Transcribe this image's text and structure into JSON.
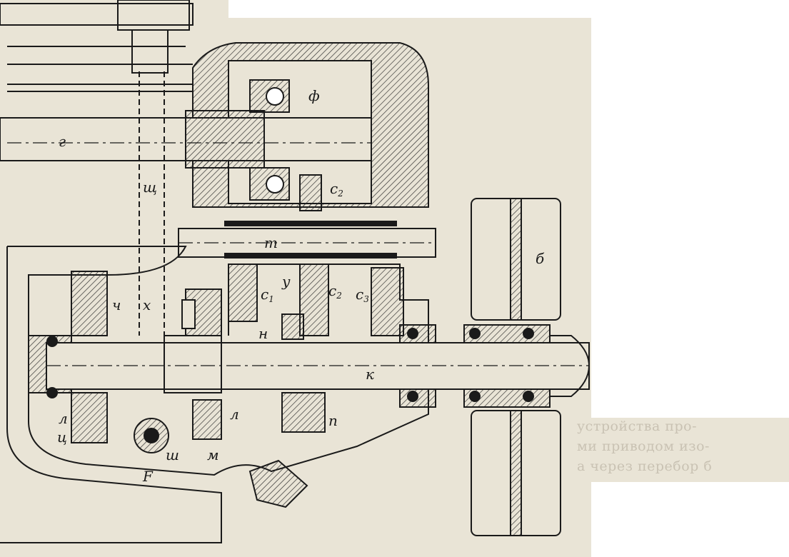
{
  "labels": {
    "g": "г",
    "shch": "щ",
    "f": "ф",
    "c2_top": "с",
    "c2_top_sub": "2",
    "t": "т",
    "b": "б",
    "c1": "с",
    "c1_sub": "1",
    "u": "у",
    "c2_mid": "с",
    "c2_mid_sub": "2",
    "c3": "с",
    "c3_sub": "3",
    "ch": "ч",
    "kh": "х",
    "n": "н",
    "k": "к",
    "l_left": "л",
    "l_right": "л",
    "ts": "ц",
    "sh": "ш",
    "F": "F",
    "m": "м",
    "p": "п"
  },
  "text_fragment": [
    "устройства про-",
    "ми приводом изо-",
    "а через перебор б"
  ],
  "colors": {
    "paper": "#e9e4d6",
    "ink": "#1a1a1a",
    "hatch": "#2a2a2a"
  }
}
